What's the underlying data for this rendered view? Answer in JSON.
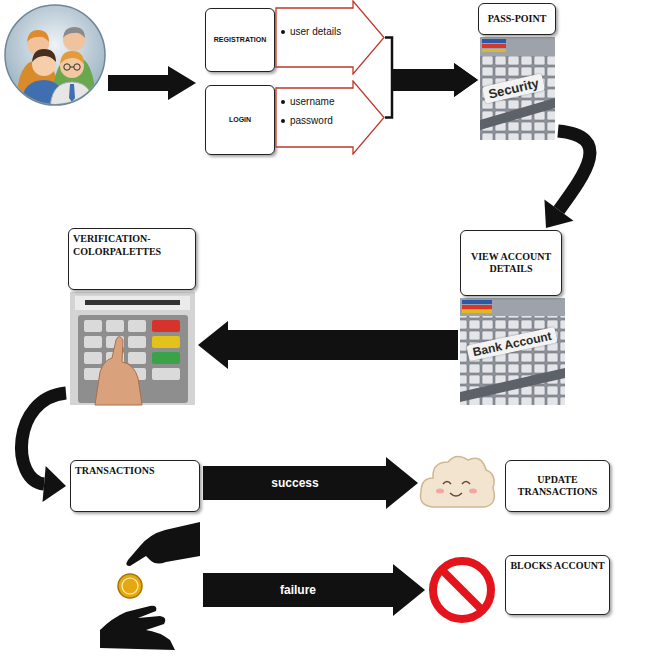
{
  "diagram": {
    "nodes": [
      {
        "text": [
          "REGISTRATION"
        ]
      },
      {
        "text": [
          "user details"
        ]
      },
      {
        "text": [
          "LOGIN"
        ]
      },
      {
        "text": [
          "username",
          "password"
        ]
      },
      {
        "text": [
          "PASS-POINT"
        ]
      },
      {
        "text": [
          "VIEW ACCOUNT DETAILS"
        ]
      },
      {
        "text": [
          "VERIFICATION-COLORPALETTES"
        ]
      },
      {
        "text": [
          "TRANSACTIONS"
        ]
      },
      {
        "text": [
          "UPDATE TRANSACTIONS"
        ]
      },
      {
        "text": [
          "BLOCKS ACCOUNT"
        ]
      }
    ],
    "edges": [
      {
        "from": 1,
        "to": 4,
        "arrow": "to"
      },
      {
        "from": 3,
        "to": 4,
        "arrow": "to"
      },
      {
        "from": 4,
        "to": 5,
        "arrow": "to"
      },
      {
        "from": 5,
        "to": 6,
        "arrow": "to"
      },
      {
        "from": 6,
        "to": 7,
        "arrow": "to"
      },
      {
        "from": 7,
        "to": 8,
        "label": "success",
        "arrow": "to"
      },
      {
        "from": 7,
        "to": 9,
        "label": "failure",
        "arrow": "to"
      }
    ],
    "labels": [
      "Security",
      "Bank Account"
    ]
  }
}
